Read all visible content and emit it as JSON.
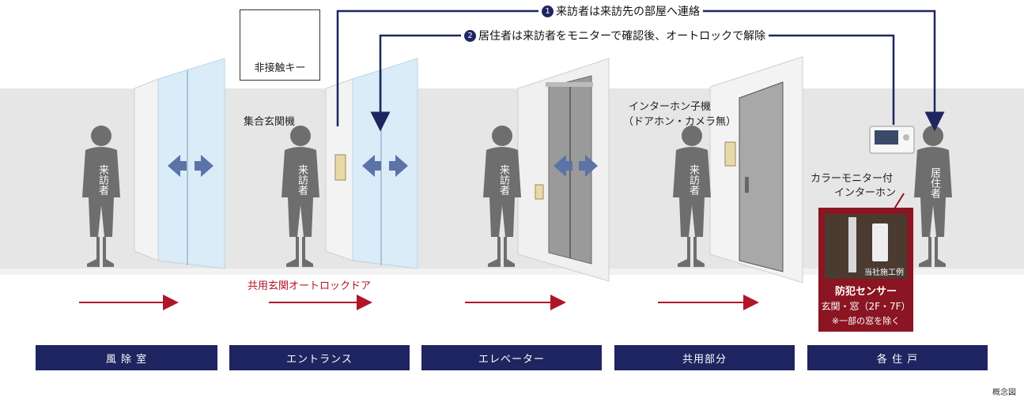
{
  "steps": [
    {
      "num": "1",
      "text": "来訪者は来訪先の部屋へ連絡"
    },
    {
      "num": "2",
      "text": "居住者は来訪者をモニターで確認後、オートロックで解除"
    }
  ],
  "labels": {
    "key": "非接触キー",
    "panel": "集合玄関機",
    "autolock_door": "共用玄関オートロックドア",
    "intercom_sub_line1": "インターホン子機",
    "intercom_sub_line2": "（ドアホン・カメラ無）",
    "monitor_line1": "カラーモニター付",
    "monitor_line2": "インターホン",
    "visitor": "来訪者",
    "resident": "居住者"
  },
  "sensor": {
    "caption": "当社施工例",
    "title": "防犯センサー",
    "sub": "玄関・窓（2F・7F）",
    "note": "※一部の窓を除く"
  },
  "sections": [
    "風 除 室",
    "エントランス",
    "エレベーター",
    "共用部分",
    "各 住 戸"
  ],
  "note": "概念図",
  "colors": {
    "navy": "#1f2560",
    "red": "#b0162b",
    "wall": "#e6e6e6",
    "silhouette": "#6e6e6e"
  }
}
